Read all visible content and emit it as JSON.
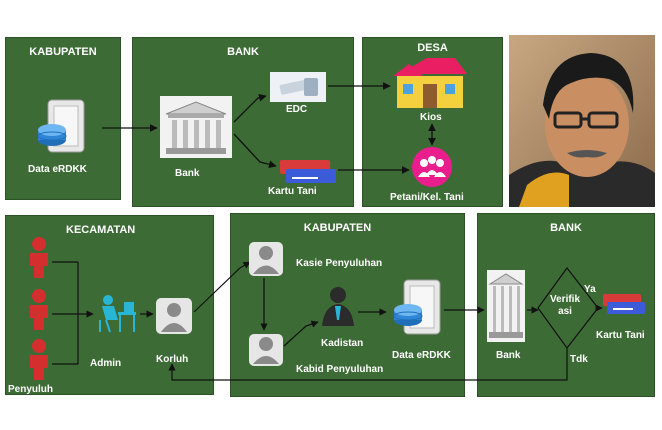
{
  "top": {
    "kabupaten": {
      "title": "KABUPATEN",
      "item": "Data eRDKK"
    },
    "bank": {
      "title": "BANK",
      "bank_label": "Bank",
      "edc_label": "EDC",
      "kartu_label": "Kartu Tani"
    },
    "desa": {
      "title": "DESA",
      "kios_label": "Kios",
      "petani_label": "Petani/Kel. Tani"
    }
  },
  "bottom": {
    "kecamatan": {
      "title": "KECAMATAN",
      "admin_label": "Admin",
      "korluh_label": "Korluh",
      "penyuluh_label": "Penyuluh"
    },
    "kabupaten": {
      "title": "KABUPATEN",
      "kasie_label": "Kasie Penyuluhan",
      "kadistan_label": "Kadistan",
      "kabid_label": "Kabid Penyuluhan",
      "erdkk_label": "Data eRDKK"
    },
    "bank": {
      "title": "BANK",
      "bank_label": "Bank",
      "verif_label": "Verifik\nasi",
      "ya_label": "Ya",
      "tdk_label": "Tdk",
      "kartu_label": "Kartu Tani"
    }
  },
  "colors": {
    "panel": "#3d6b35",
    "penyuluh": "#d32f2f",
    "person": "#9e9e9e",
    "admin": "#29b6d6",
    "kios_roof": "#e91e63",
    "kios_wall": "#f4d03f",
    "petani": "#e91e8c",
    "card_red": "#d93b3b",
    "card_blue": "#3b5bd9"
  }
}
